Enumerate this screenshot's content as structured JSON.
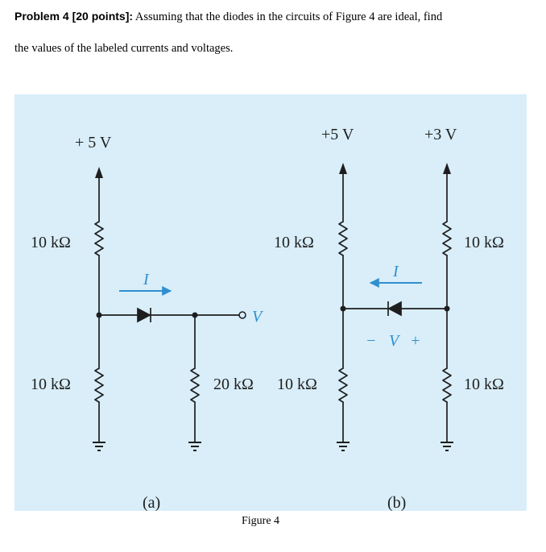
{
  "problem": {
    "heading": "Problem 4 [20 points]:",
    "text": " Assuming that the diodes in the circuits of Figure 4 are ideal, find",
    "line2": "the values of the labeled currents and voltages."
  },
  "figure": {
    "caption": "Figure 4",
    "circuit_a": {
      "label": "(a)",
      "supply": "+ 5 V",
      "r_top": "10 kΩ",
      "r_bottom": "10 kΩ",
      "r_out": "20 kΩ",
      "current": "I",
      "output": "V"
    },
    "circuit_b": {
      "label": "(b)",
      "supply_left": "+5 V",
      "supply_right": "+3 V",
      "r_left_top": "10 kΩ",
      "r_left_bottom": "10 kΩ",
      "r_right_top": "10 kΩ",
      "r_right_bottom": "10 kΩ",
      "current": "I",
      "v_minus": "−",
      "v_label": "V",
      "v_plus": "+"
    },
    "colors": {
      "background": "#d9eef9",
      "wire": "#1e1e1e",
      "current": "#2f8fd0"
    }
  }
}
